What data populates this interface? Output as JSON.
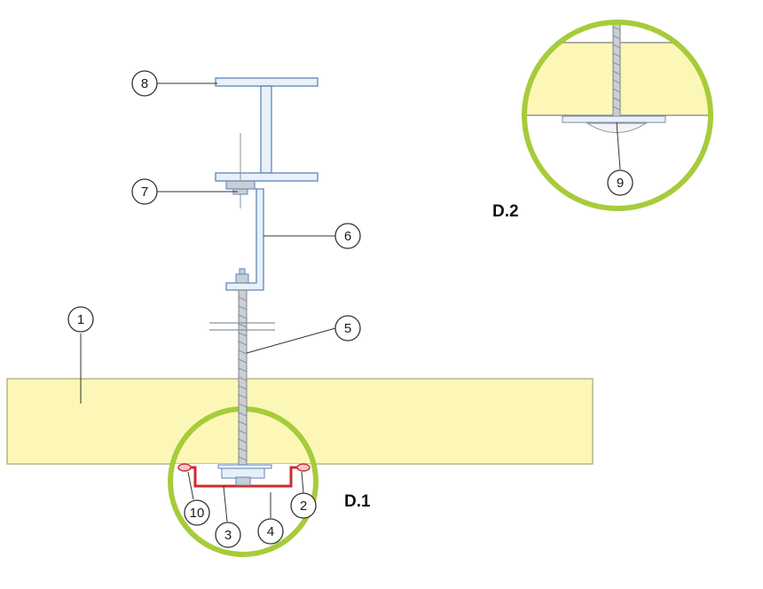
{
  "colors": {
    "panel_fill": "#fdf7b7",
    "panel_stroke": "#b8b48a",
    "detail_ring": "#a6cc3a",
    "structure_stroke": "#5d86b3",
    "structure_fill": "#e8f0f9",
    "bracket_red": "#cc2b2b",
    "rod": "#9aa4ad",
    "callout_line": "#333333"
  },
  "callouts": [
    {
      "id": "1",
      "label": "1"
    },
    {
      "id": "2",
      "label": "2"
    },
    {
      "id": "3",
      "label": "3"
    },
    {
      "id": "4",
      "label": "4"
    },
    {
      "id": "5",
      "label": "5"
    },
    {
      "id": "6",
      "label": "6"
    },
    {
      "id": "7",
      "label": "7"
    },
    {
      "id": "8",
      "label": "8"
    },
    {
      "id": "9",
      "label": "9"
    },
    {
      "id": "10",
      "label": "10"
    }
  ],
  "details": [
    {
      "id": "d1",
      "label": "D.1"
    },
    {
      "id": "d2",
      "label": "D.2"
    }
  ]
}
